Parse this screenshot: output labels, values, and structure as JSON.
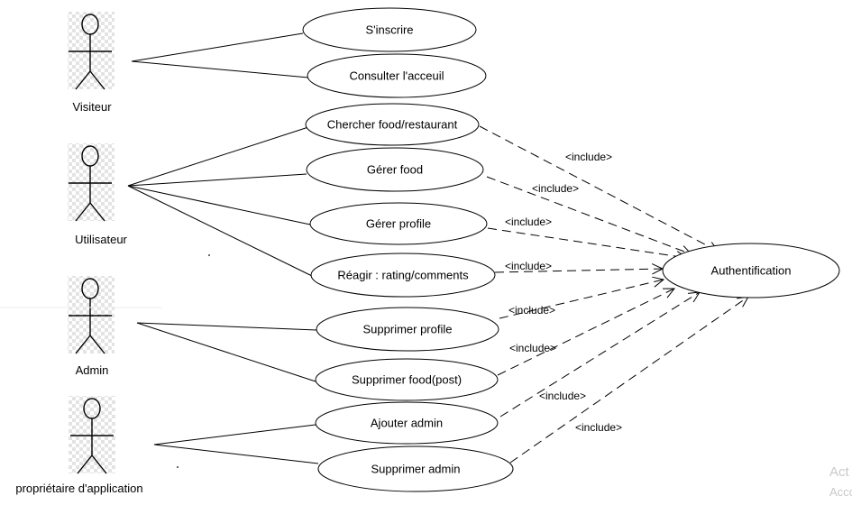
{
  "actors": [
    {
      "id": "visiteur",
      "label": "Visiteur"
    },
    {
      "id": "utilisateur",
      "label": "Utilisateur"
    },
    {
      "id": "admin",
      "label": "Admin"
    },
    {
      "id": "proprietaire",
      "label": "propriétaire d'application"
    }
  ],
  "use_cases": [
    {
      "id": "inscrire",
      "label": "S'inscrire"
    },
    {
      "id": "consulter",
      "label": "Consulter l'acceuil"
    },
    {
      "id": "chercher",
      "label": "Chercher food/restaurant"
    },
    {
      "id": "gerer_food",
      "label": "Gérer food"
    },
    {
      "id": "gerer_profile",
      "label": "Gérer profile"
    },
    {
      "id": "reagir",
      "label": "Réagir : rating/comments"
    },
    {
      "id": "suppr_profile",
      "label": "Supprimer profile"
    },
    {
      "id": "suppr_food",
      "label": "Supprimer food(post)"
    },
    {
      "id": "ajouter_admin",
      "label": "Ajouter admin"
    },
    {
      "id": "suppr_admin",
      "label": "Supprimer admin"
    },
    {
      "id": "auth",
      "label": "Authentification"
    }
  ],
  "associations": [
    {
      "actor": "visiteur",
      "use_case": "inscrire"
    },
    {
      "actor": "visiteur",
      "use_case": "consulter"
    },
    {
      "actor": "utilisateur",
      "use_case": "chercher"
    },
    {
      "actor": "utilisateur",
      "use_case": "gerer_food"
    },
    {
      "actor": "utilisateur",
      "use_case": "gerer_profile"
    },
    {
      "actor": "utilisateur",
      "use_case": "reagir"
    },
    {
      "actor": "admin",
      "use_case": "suppr_profile"
    },
    {
      "actor": "admin",
      "use_case": "suppr_food"
    },
    {
      "actor": "proprietaire",
      "use_case": "ajouter_admin"
    },
    {
      "actor": "proprietaire",
      "use_case": "suppr_admin"
    }
  ],
  "includes": [
    {
      "from": "chercher",
      "to": "auth",
      "label": "<include>"
    },
    {
      "from": "gerer_food",
      "to": "auth",
      "label": "<include>"
    },
    {
      "from": "gerer_profile",
      "to": "auth",
      "label": "<include>"
    },
    {
      "from": "reagir",
      "to": "auth",
      "label": "<include>"
    },
    {
      "from": "suppr_profile",
      "to": "auth",
      "label": "<include>"
    },
    {
      "from": "suppr_food",
      "to": "auth",
      "label": "<include>"
    },
    {
      "from": "ajouter_admin",
      "to": "auth",
      "label": "<include>"
    },
    {
      "from": "suppr_admin",
      "to": "auth",
      "label": "<include>"
    }
  ],
  "watermark": {
    "line1": "Act",
    "line2": "Acco"
  }
}
